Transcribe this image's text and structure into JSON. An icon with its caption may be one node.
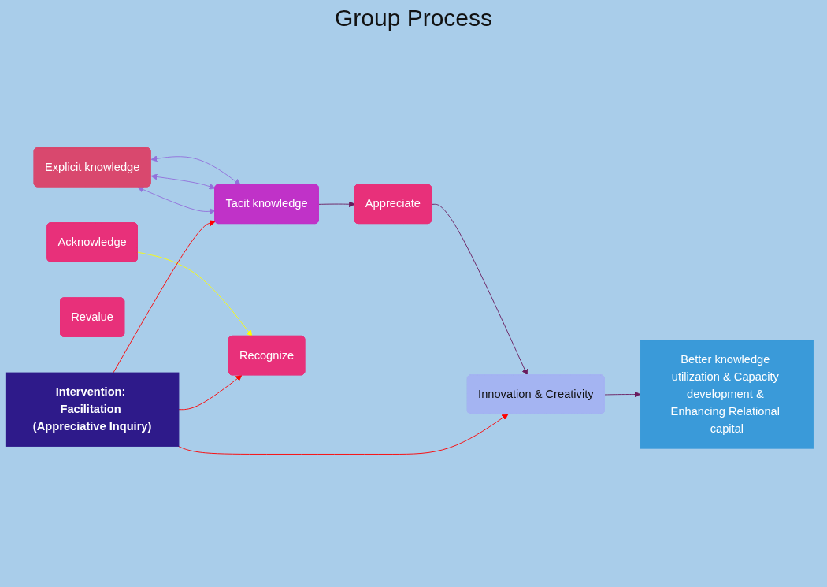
{
  "diagram": {
    "title": "Group Process",
    "nodes": [
      {
        "text": [
          "Explicit knowledge"
        ]
      },
      {
        "text": [
          "Tacit knowledge"
        ]
      },
      {
        "text": [
          "Acknowledge"
        ]
      },
      {
        "text": [
          "Appreciate"
        ]
      },
      {
        "text": [
          "Revalue"
        ]
      },
      {
        "text": [
          "Recognize"
        ]
      },
      {
        "text": [
          "Innovation & Creativity"
        ]
      },
      {
        "text": [
          "Better knowledge utilization & Capacity development & Enhancing Relational capital"
        ]
      },
      {
        "text": [
          "Intervention: Facilitation (Appreciative Inquiry)"
        ]
      }
    ],
    "edges": [
      {
        "from": 0,
        "to": 1,
        "arrow": "both",
        "color": "#9370db"
      },
      {
        "from": 0,
        "to": 1,
        "arrow": "both",
        "color": "#9370db"
      },
      {
        "from": 0,
        "to": 1,
        "arrow": "both",
        "color": "#9370db"
      },
      {
        "from": 1,
        "to": 3,
        "arrow": "to",
        "color": "#6a1b5e"
      },
      {
        "from": 3,
        "to": 6,
        "arrow": "to",
        "color": "#6a1b5e"
      },
      {
        "from": 6,
        "to": 7,
        "arrow": "to",
        "color": "#6a1b5e"
      },
      {
        "from": 2,
        "to": 5,
        "arrow": "to",
        "color": "#ffff00"
      },
      {
        "from": 8,
        "to": 1,
        "arrow": "to",
        "color": "#ff0000"
      },
      {
        "from": 8,
        "to": 5,
        "arrow": "to",
        "color": "#ff0000"
      },
      {
        "from": 8,
        "to": 6,
        "arrow": "to",
        "color": "#ff0000"
      }
    ]
  }
}
